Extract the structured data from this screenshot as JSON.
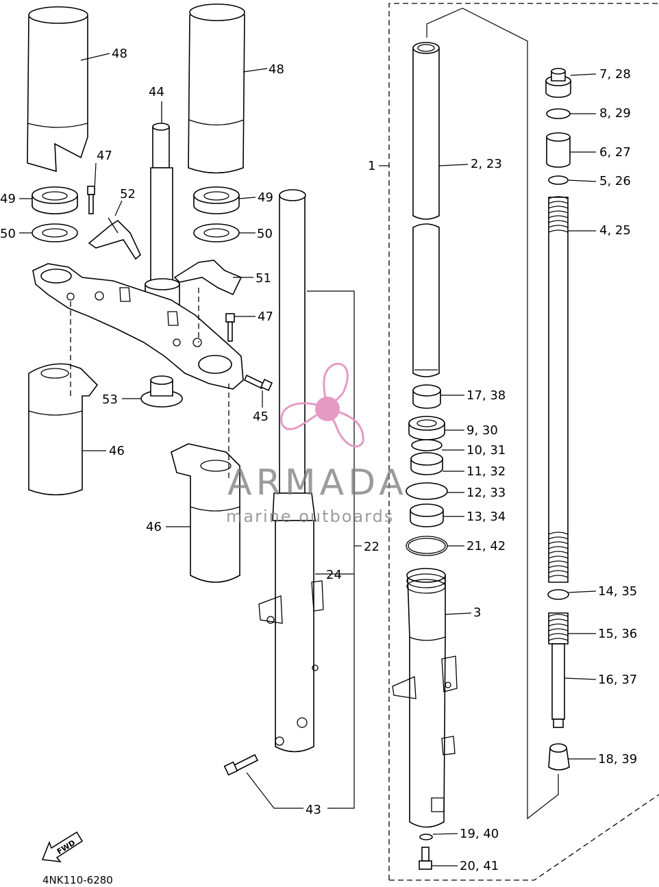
{
  "diagram": {
    "code": "4NK110-6280",
    "fwd_label": "FWD",
    "labels": [
      {
        "id": "48a",
        "text": "48"
      },
      {
        "id": "48b",
        "text": "48"
      },
      {
        "id": "44",
        "text": "44"
      },
      {
        "id": "47a",
        "text": "47"
      },
      {
        "id": "52",
        "text": "52"
      },
      {
        "id": "49a",
        "text": "49"
      },
      {
        "id": "49b",
        "text": "49"
      },
      {
        "id": "50a",
        "text": "50"
      },
      {
        "id": "50b",
        "text": "50"
      },
      {
        "id": "51",
        "text": "51"
      },
      {
        "id": "47b",
        "text": "47"
      },
      {
        "id": "53",
        "text": "53"
      },
      {
        "id": "45",
        "text": "45"
      },
      {
        "id": "46a",
        "text": "46"
      },
      {
        "id": "46b",
        "text": "46"
      },
      {
        "id": "22",
        "text": "22"
      },
      {
        "id": "24",
        "text": "24"
      },
      {
        "id": "43",
        "text": "43"
      },
      {
        "id": "1",
        "text": "1"
      },
      {
        "id": "2_23",
        "text": "2, 23"
      },
      {
        "id": "7_28",
        "text": "7, 28"
      },
      {
        "id": "8_29",
        "text": "8, 29"
      },
      {
        "id": "6_27",
        "text": "6, 27"
      },
      {
        "id": "5_26",
        "text": "5, 26"
      },
      {
        "id": "4_25",
        "text": "4, 25"
      },
      {
        "id": "17_38",
        "text": "17, 38"
      },
      {
        "id": "9_30",
        "text": "9, 30"
      },
      {
        "id": "10_31",
        "text": "10, 31"
      },
      {
        "id": "11_32",
        "text": "11, 32"
      },
      {
        "id": "12_33",
        "text": "12, 33"
      },
      {
        "id": "13_34",
        "text": "13, 34"
      },
      {
        "id": "21_42",
        "text": "21, 42"
      },
      {
        "id": "3",
        "text": "3"
      },
      {
        "id": "14_35",
        "text": "14, 35"
      },
      {
        "id": "15_36",
        "text": "15, 36"
      },
      {
        "id": "16_37",
        "text": "16, 37"
      },
      {
        "id": "18_39",
        "text": "18, 39"
      },
      {
        "id": "19_40",
        "text": "19, 40"
      },
      {
        "id": "20_41",
        "text": "20, 41"
      }
    ]
  },
  "watermark": {
    "brand": "ARMADA",
    "tagline": "marine outboards",
    "accent_color": "#e59ac3"
  }
}
